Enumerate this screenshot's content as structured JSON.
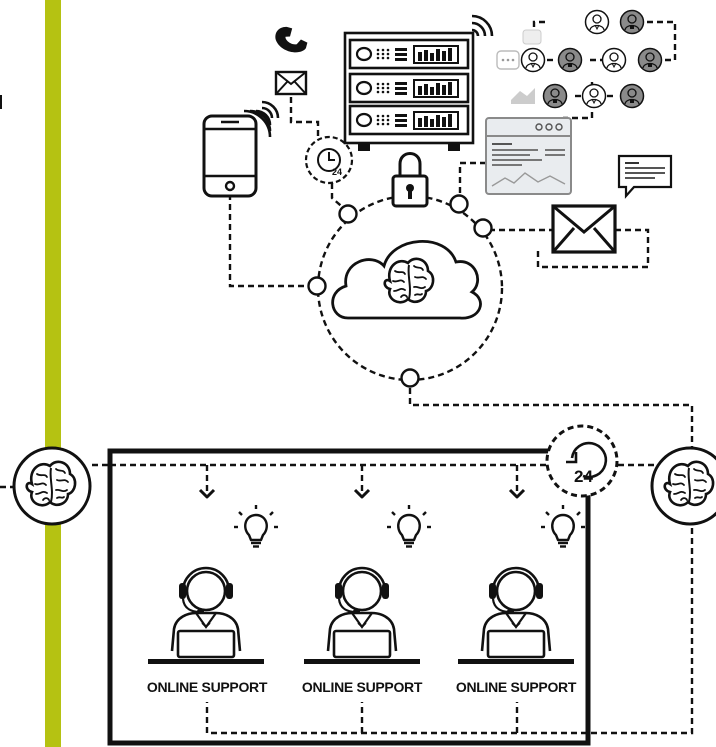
{
  "colors": {
    "accent_bar": "#b5c212",
    "ink": "#111111",
    "gray_icon": "#8a8a8a",
    "light_fill": "#e9ecef"
  },
  "icons": {
    "phone": "phone-icon",
    "envelope": "envelope-icon",
    "server": "server-rack-icon",
    "lock": "padlock-icon",
    "network": "people-network-icon",
    "browser": "browser-window-icon",
    "chat": "chat-bubble-icon",
    "clock24": "clock-24-icon",
    "cloud": "cloud-brain-icon",
    "brain": "brain-icon",
    "agent": "support-agent-icon",
    "idea": "lightbulb-icon"
  },
  "clock_badge": "24",
  "agents": [
    {
      "label": "ONLINE SUPPORT"
    },
    {
      "label": "ONLINE SUPPORT"
    },
    {
      "label": "ONLINE SUPPORT"
    }
  ]
}
